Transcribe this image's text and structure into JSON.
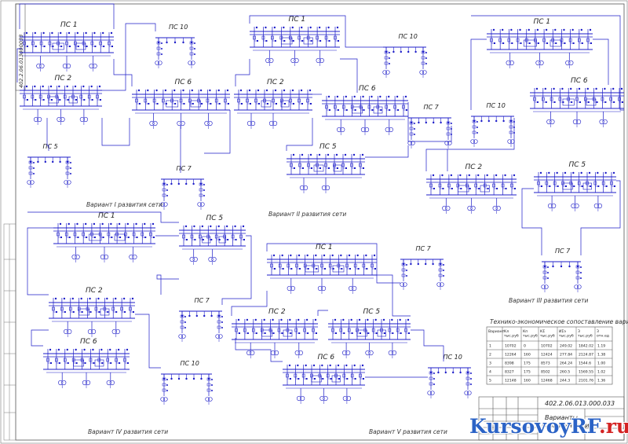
{
  "sheet": {
    "code": "402.2.06.013.000.033",
    "corner_code": "402.2.06.013000033",
    "stamp_title_line1": "Варианты",
    "stamp_title_line2": "развития сети"
  },
  "diagrams": [
    {
      "id": "I",
      "caption": "Вариант I развития сети",
      "substations": [
        "ПС 1",
        "ПС 10",
        "ПС 2",
        "ПС 6",
        "ПС 5",
        "ПС 7"
      ]
    },
    {
      "id": "II",
      "caption": "Вариант II развития сети",
      "substations": [
        "ПС 1",
        "ПС 10",
        "ПС 2",
        "ПС 6",
        "ПС 7",
        "ПС 5"
      ]
    },
    {
      "id": "III",
      "caption": "Вариант III развития сети",
      "substations": [
        "ПС 1",
        "ПС 6",
        "ПС 10",
        "ПС 2",
        "ПС 5",
        "ПС 7"
      ]
    },
    {
      "id": "IV",
      "caption": "Вариант IV развития сети",
      "substations": [
        "ПС 1",
        "ПС 5",
        "ПС 2",
        "ПС 7",
        "ПС 6",
        "ПС 10"
      ]
    },
    {
      "id": "V",
      "caption": "Вариант V развития сети",
      "substations": [
        "ПС 1",
        "ПС 7",
        "ПС 2",
        "ПС 5",
        "ПС 10",
        "ПС 6"
      ]
    }
  ],
  "comparison_table": {
    "title": "Технико-экономическое сопоставление вариантов развития сети",
    "headers": [
      "Вариант",
      "Кл тыс.руб",
      "Кп тыс.руб",
      "КΣ тыс.руб",
      "ИΣэ тыс.руб",
      "З тыс.руб",
      "З отн.ед"
    ],
    "rows": [
      [
        "1",
        "10702",
        "0",
        "10702",
        "249.02",
        "1842.02",
        "1.19"
      ],
      [
        "2",
        "12264",
        "160",
        "12424",
        "277.84",
        "2124.87",
        "1.38"
      ],
      [
        "3",
        "8398",
        "175",
        "8573",
        "264.24",
        "1544.6",
        "1.00"
      ],
      [
        "4",
        "8327",
        "175",
        "8502",
        "260.5",
        "1569.55",
        "1.02"
      ],
      [
        "5",
        "12148",
        "160",
        "12468",
        "244.3",
        "2101.76",
        "1.36"
      ]
    ]
  },
  "watermark": {
    "main": "KursovoyRF",
    "suffix": ".ru"
  },
  "colors": {
    "line": "#1c1cc8",
    "frame": "#555555",
    "text": "#222222"
  }
}
